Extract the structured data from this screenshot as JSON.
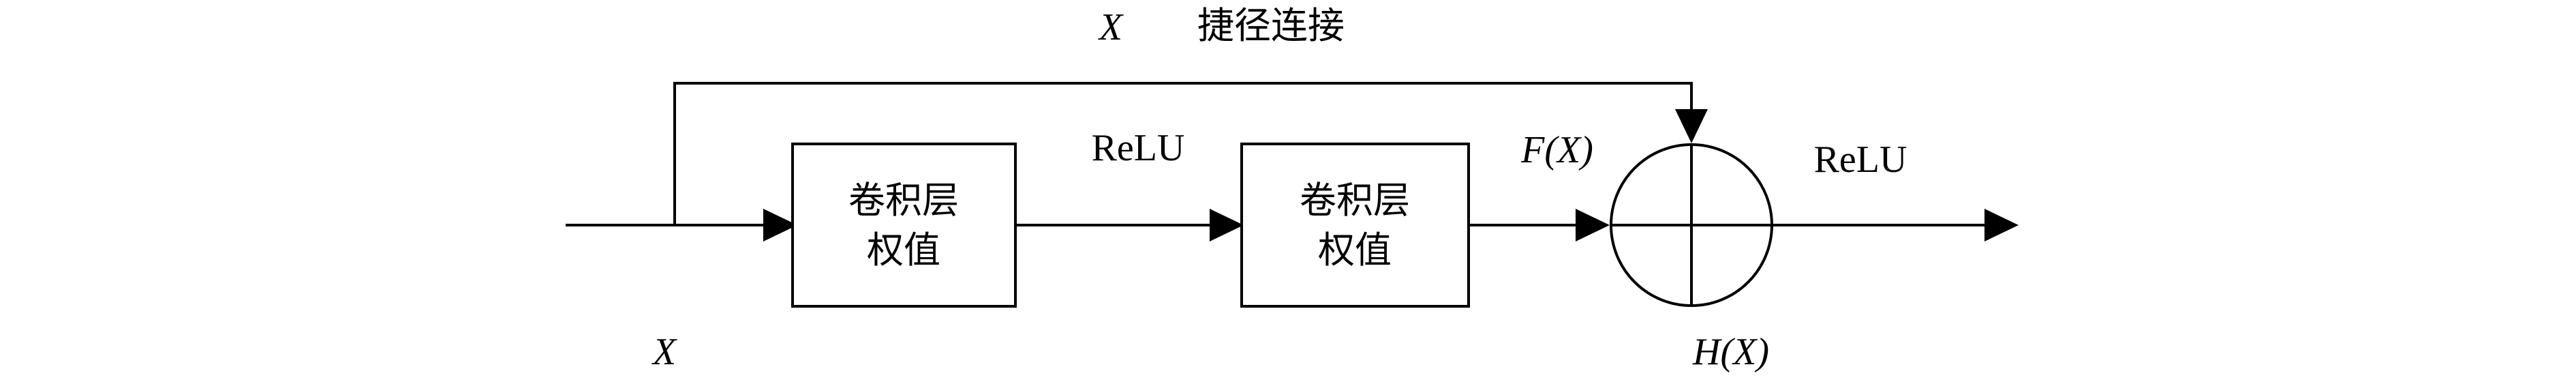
{
  "diagram": {
    "shortcut_var": "X",
    "shortcut_label": "捷径连接",
    "input_label": "X",
    "relu_1": "ReLU",
    "relu_2": "ReLU",
    "block_output": "F(X)",
    "output_label": "H(X)",
    "weight_layer_1": {
      "line1": "卷积层",
      "line2": "权值"
    },
    "weight_layer_2": {
      "line1": "卷积层",
      "line2": "权值"
    }
  }
}
